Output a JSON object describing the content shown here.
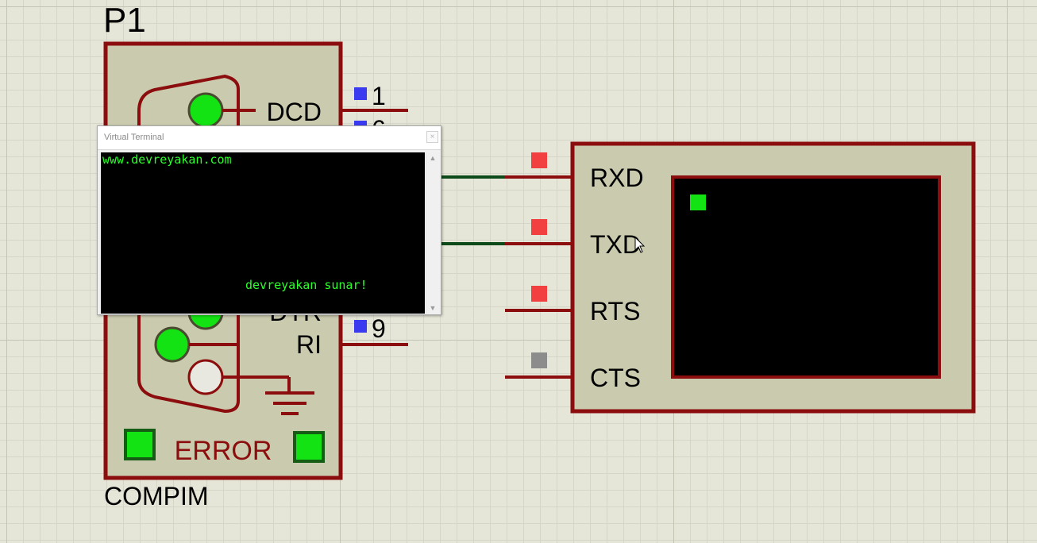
{
  "component_compim": {
    "ref": "P1",
    "name": "COMPIM",
    "status": "ERROR",
    "pin_labels": {
      "dcd": "DCD",
      "dtr": "DTR",
      "ri": "RI"
    },
    "pin_numbers": {
      "p1": "1",
      "p6": "6",
      "p9": "9"
    }
  },
  "virtual_terminal_device": {
    "pins": {
      "rxd": "RXD",
      "txd": "TXD",
      "rts": "RTS",
      "cts": "CTS"
    }
  },
  "terminal_window": {
    "title": "Virtual Terminal",
    "close_glyph": "×",
    "lines": [
      "www.devreyakan.com",
      "devreyakan sunar!"
    ]
  },
  "colors": {
    "wire": "#8b0d0d",
    "connected_wire": "#0d4a1a",
    "body_fill": "#cacaae",
    "led_green": "#13e313",
    "pin_blue": "#3a3af0",
    "pin_red": "#f24040",
    "pin_gray": "#8c8c8c",
    "terminal_text": "#2bff2b"
  }
}
